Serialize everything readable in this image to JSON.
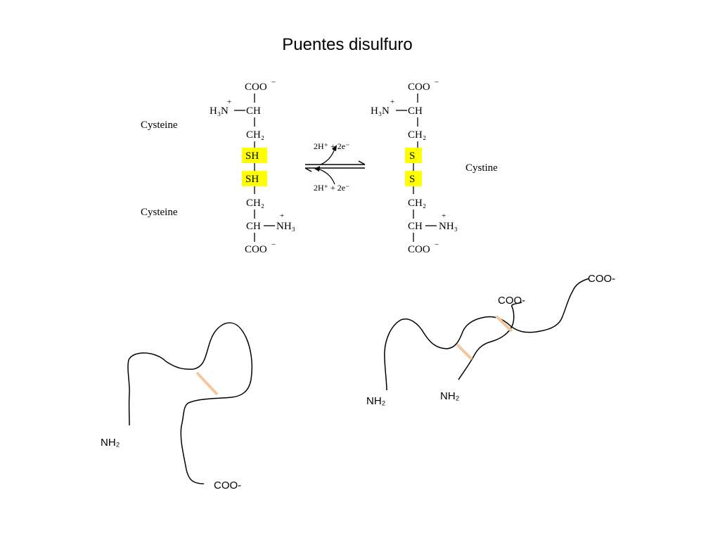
{
  "title": "Puentes disulfuro",
  "reaction": {
    "left_label_top": "Cysteine",
    "left_label_bottom": "Cysteine",
    "right_label": "Cystine",
    "cooh": "COO",
    "charge_minus": "−",
    "charge_plus": "+",
    "h3n": "H₃N",
    "ch": "CH",
    "ch2": "CH₂",
    "nh3": "NH₃",
    "sh": "SH",
    "s": "S",
    "arrow_top_label": "2H⁺ + 2e⁻",
    "arrow_bottom_label": "2H⁺ + 2e⁻",
    "highlight_color": "#ffff00"
  },
  "chain_left": {
    "n_terminus": "NH₂",
    "c_terminus": "COO-",
    "bond_color": "#f4c89a"
  },
  "chain_right": {
    "n_terminus_a": "NH₂",
    "n_terminus_b": "NH₂",
    "c_terminus_a": "COO-",
    "c_terminus_b": "COO-",
    "bond_color": "#f4c89a"
  }
}
